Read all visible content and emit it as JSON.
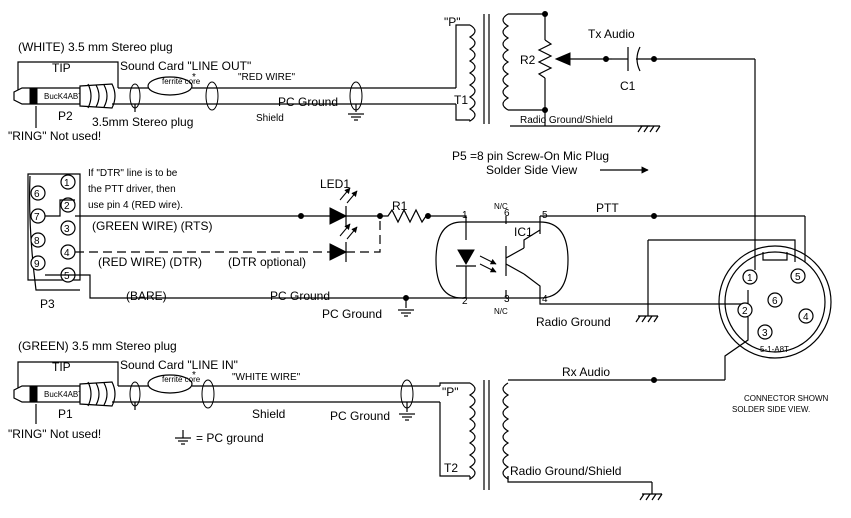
{
  "top": {
    "plug_title": "(WHITE) 3.5 mm Stereo plug",
    "tip": "TIP",
    "sound_card": "Sound Card \"LINE OUT\"",
    "red_wire": "\"RED WIRE\"",
    "pc_ground": "PC Ground",
    "shield": "Shield",
    "stereo_plug": "3.5mm Stereo plug",
    "ring": "\"RING\" Not used!",
    "plug_label": "P2",
    "plug_brand": "BucK4ABT",
    "ferrite": "ferrite core",
    "asterisk": "*",
    "transformer_p": "\"P\"",
    "transformer": "T1",
    "resistor": "R2",
    "tx_audio": "Tx Audio",
    "capacitor": "C1",
    "radio_ground": "Radio Ground/Shield"
  },
  "middle": {
    "p5_title": "P5 =8 pin Screw-On Mic Plug",
    "p5_sub": "Solder Side View",
    "dtr_note": [
      "If \"DTR\" line is to be",
      "the PTT driver, then",
      "use pin 4 (RED wire)."
    ],
    "led": "LED1",
    "resistor": "R1",
    "ic": "IC1",
    "ptt": "PTT",
    "green_wire": "(GREEN WIRE) (RTS)",
    "red_dtr": "(RED WIRE) (DTR)",
    "dtr_optional": "(DTR optional)",
    "bare": "(BARE)",
    "pc_ground1": "PC Ground",
    "pc_ground2": "PC Ground",
    "radio_ground": "Radio Ground",
    "db9_label": "P3",
    "db9_pins": [
      "6",
      "1",
      "7",
      "2",
      "3",
      "8",
      "4",
      "9",
      "5"
    ],
    "ic_pins": [
      "1",
      "2",
      "6",
      "3",
      "5",
      "4"
    ],
    "nc": "N/C",
    "mic_pins": [
      "1",
      "5",
      "2",
      "6",
      "4",
      "3"
    ],
    "mic_brand": "5-1-A8T",
    "connector_note": [
      "CONNECTOR SHOWN",
      "SOLDER SIDE VIEW."
    ]
  },
  "bottom": {
    "plug_title": "(GREEN) 3.5 mm Stereo plug",
    "tip": "TIP",
    "sound_card": "Sound Card \"LINE IN\"",
    "white_wire": "\"WHITE WIRE\"",
    "shield": "Shield",
    "pc_ground": "PC Ground",
    "plug_label": "P1",
    "plug_brand": "BucK4ABT",
    "ferrite": "ferrite core",
    "asterisk": "*",
    "ring": "\"RING\" Not used!",
    "legend": "= PC ground",
    "transformer_p": "\"P\"",
    "transformer": "T2",
    "rx_audio": "Rx Audio",
    "radio_ground": "Radio Ground/Shield"
  }
}
